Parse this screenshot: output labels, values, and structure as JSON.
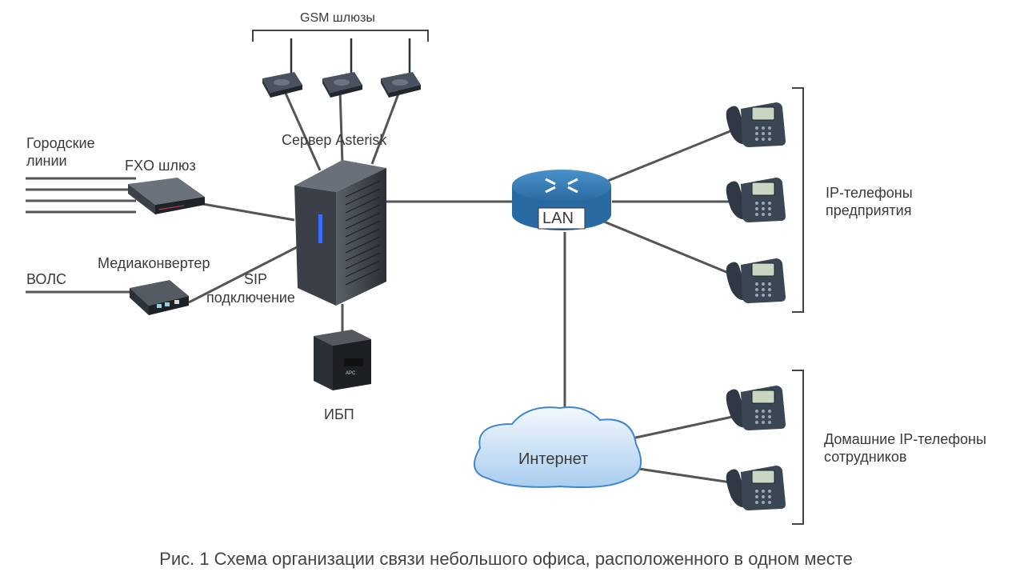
{
  "labels": {
    "gsm_gateways": "GSM шлюзы",
    "asterisk_server": "Сервер Asterisk",
    "city_lines": [
      "Городские",
      "линии"
    ],
    "fxo_gateway": "FXO шлюз",
    "fiber": "ВОЛС",
    "media_converter": "Медиаконвертер",
    "sip_connection": [
      "SIP",
      "подключение"
    ],
    "ups": "ИБП",
    "lan": "LAN",
    "internet": "Интернет",
    "ip_phones_office": [
      "IP-телефоны",
      "предприятия"
    ],
    "ip_phones_home": [
      "Домашние IP-телефоны",
      "сотрудников"
    ],
    "ups_brand": "APC"
  },
  "caption": "Рис. 1 Схема организации связи небольшого офиса, расположенного в одном месте",
  "colors": {
    "line": "#555555",
    "router_top": "#3a7fb5",
    "router_side": "#1f5f94",
    "cloud_fill": "#cfe3f7",
    "cloud_stroke": "#3f86cf",
    "device_dark": "#2b2f36",
    "phone_body": "#3b4654",
    "phone_screen": "#c9d6c2"
  }
}
